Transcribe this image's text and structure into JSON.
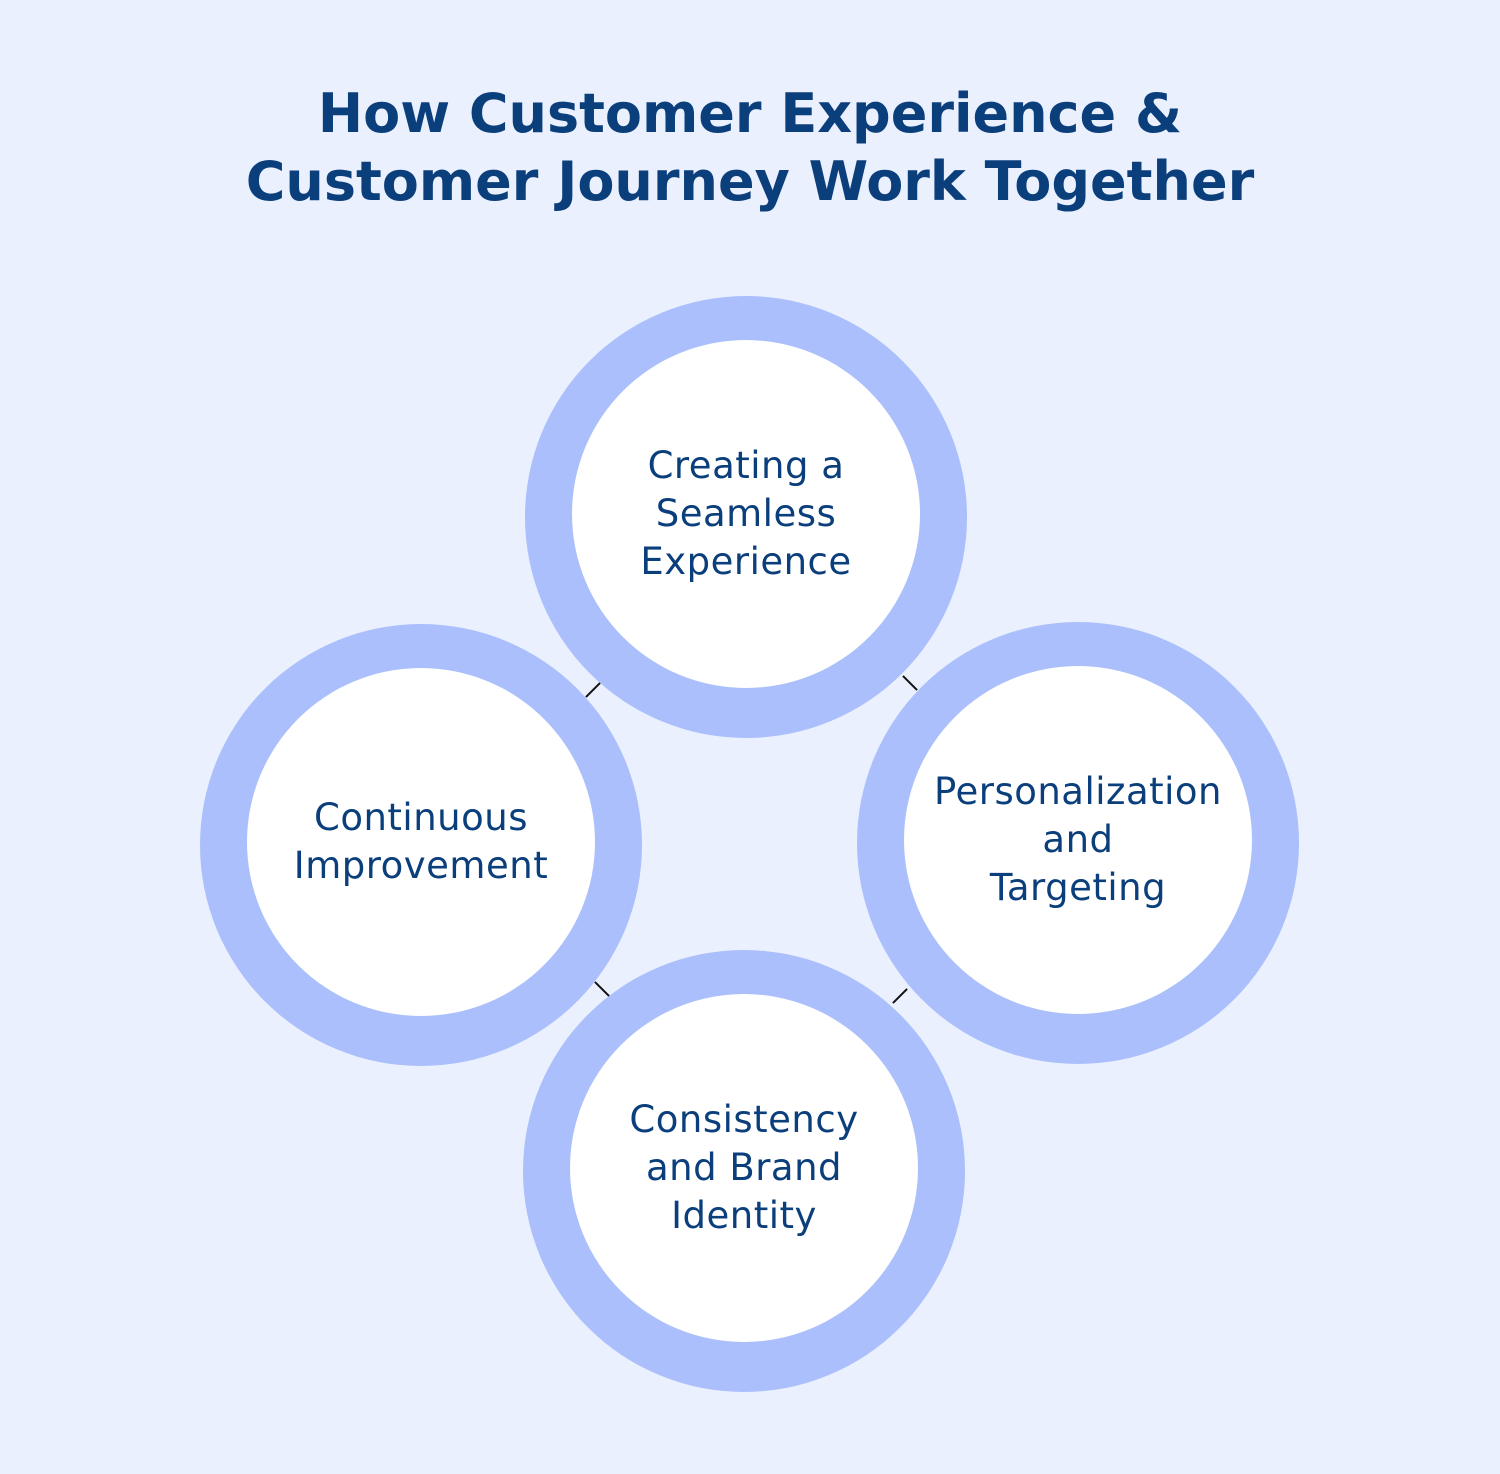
{
  "title": {
    "line1": "How Customer Experience &",
    "line2": "Customer Journey Work Together"
  },
  "nodes": [
    {
      "lines": [
        "Creating a",
        "Seamless",
        "Experience"
      ]
    },
    {
      "lines": [
        "Personalization",
        "and",
        "Targeting"
      ]
    },
    {
      "lines": [
        "Consistency",
        "and Brand",
        "Identity"
      ]
    },
    {
      "lines": [
        "Continuous",
        "Improvement"
      ]
    }
  ],
  "colors": {
    "background": "#eaf0fe",
    "ring": "#aabffc",
    "inner": "#ffffff",
    "text": "#0b3f7c",
    "connector": "#111111"
  }
}
